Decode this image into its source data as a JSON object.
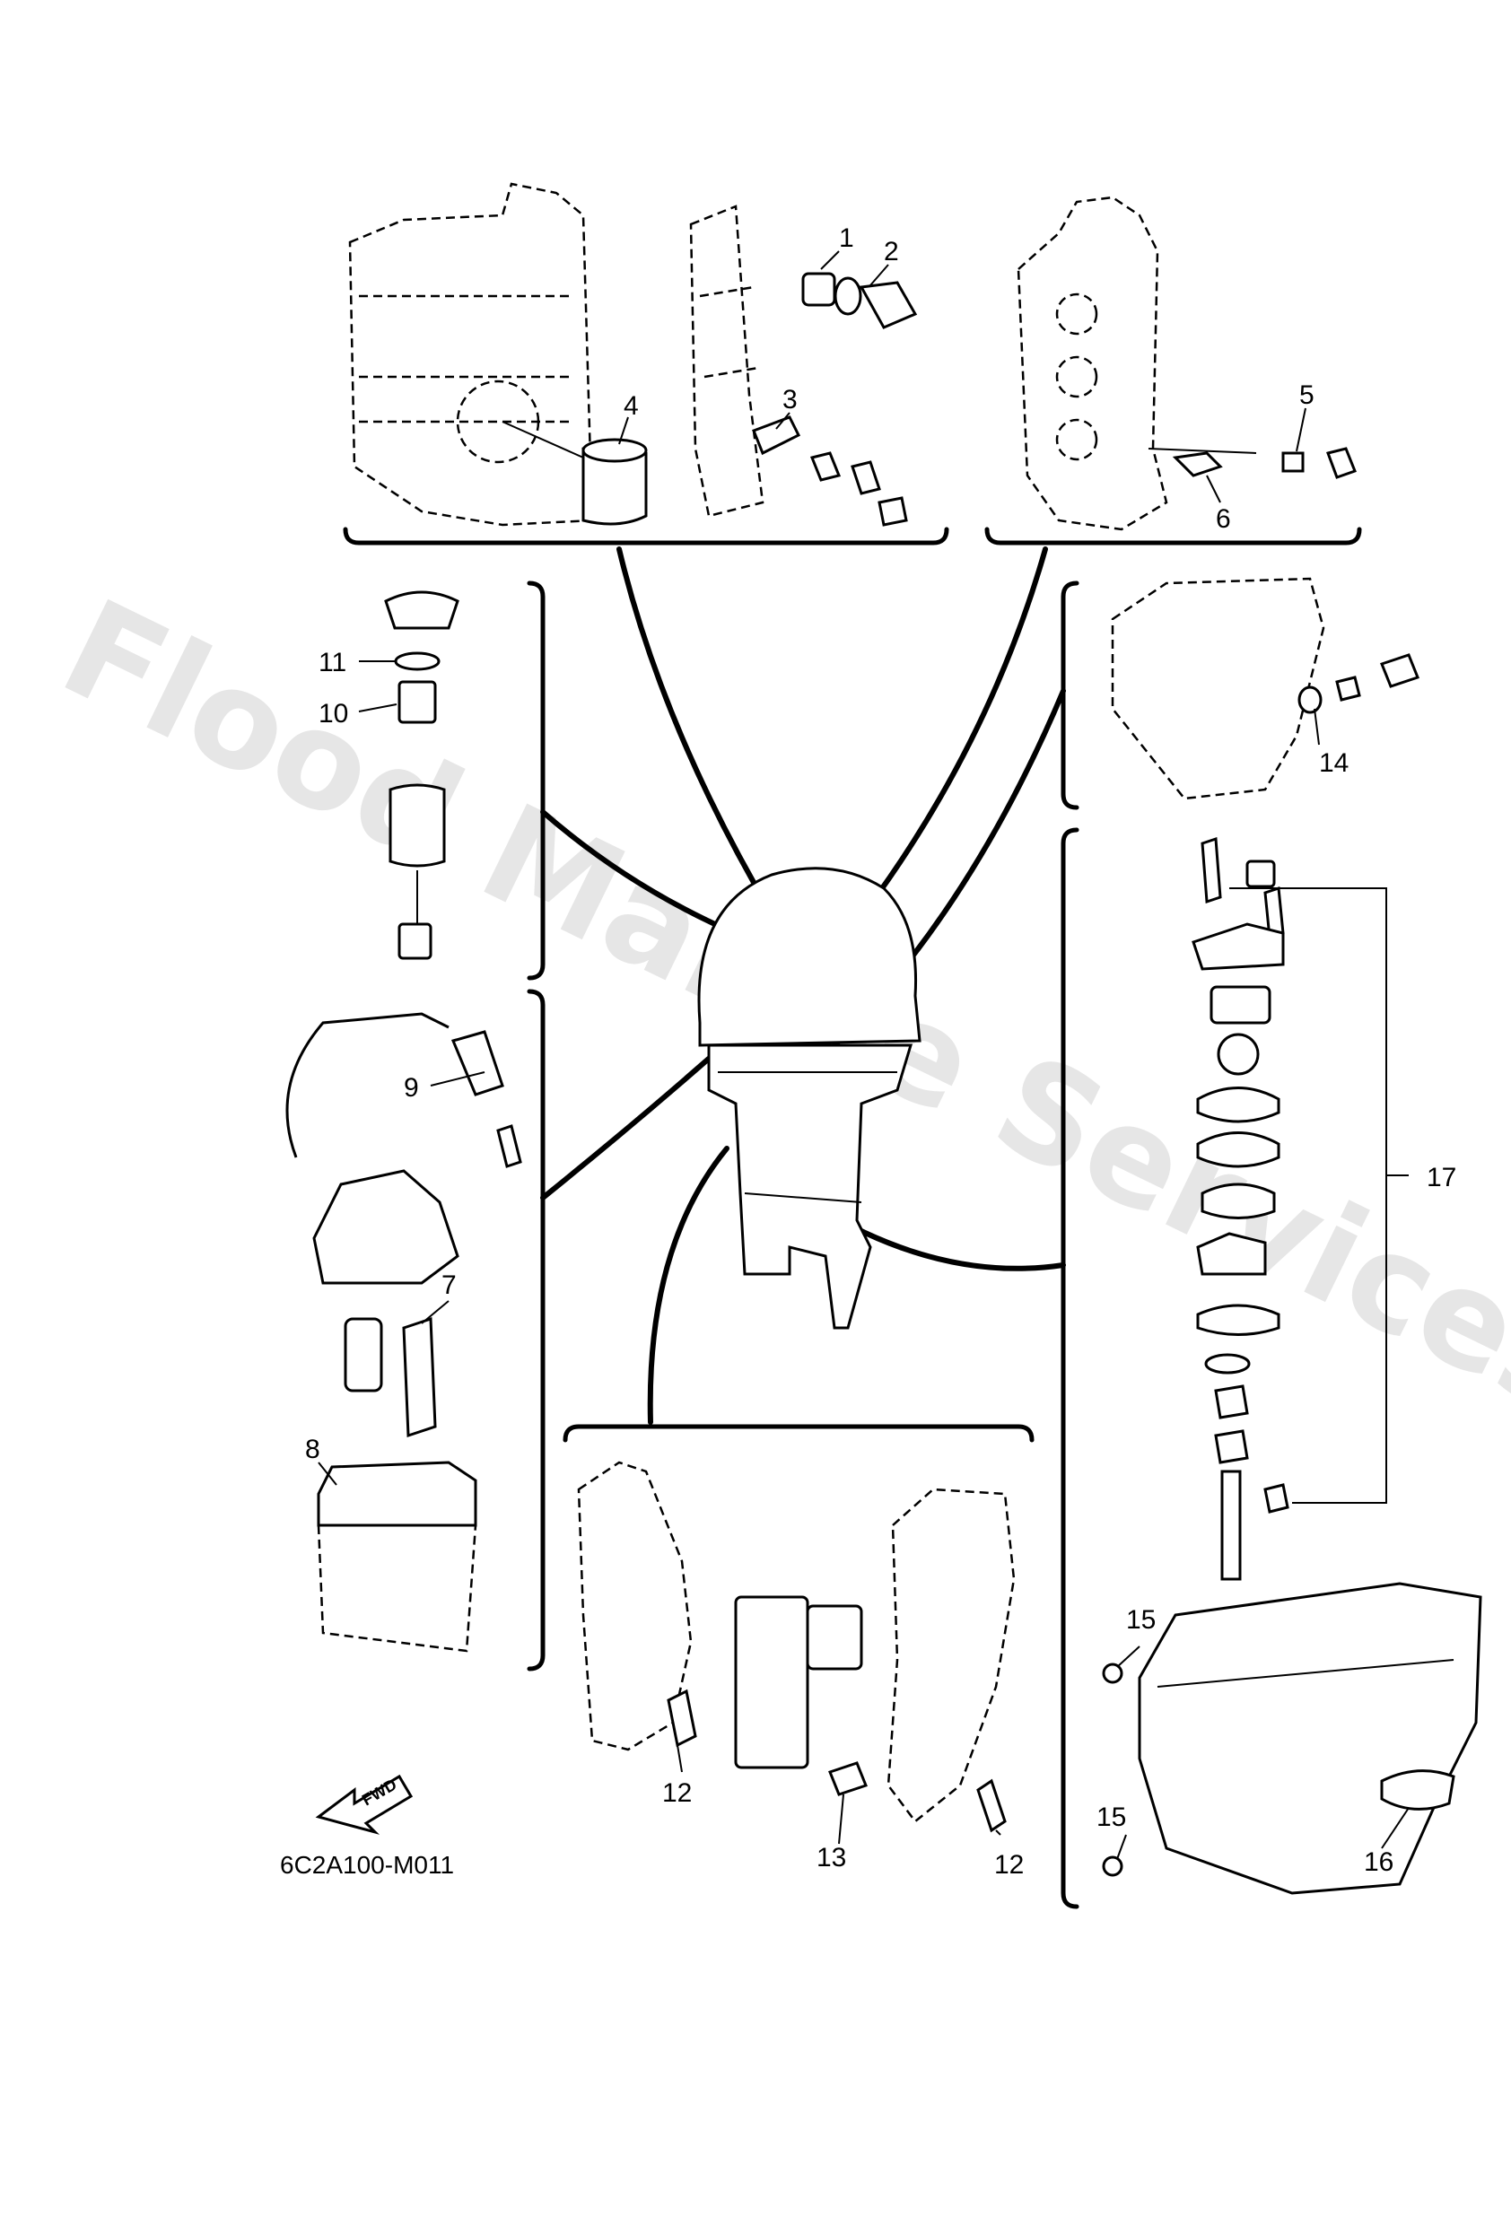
{
  "watermark": "Flood Marine Services",
  "diagram_code": "6C2A100-M011",
  "fwd_label": "FWD",
  "labels": {
    "p1": "1",
    "p2": "2",
    "p3": "3",
    "p4": "4",
    "p5": "5",
    "p6": "6",
    "p7": "7",
    "p8": "8",
    "p9": "9",
    "p10": "10",
    "p11": "11",
    "p12a": "12",
    "p12b": "12",
    "p13": "13",
    "p14": "14",
    "p15a": "15",
    "p15b": "15",
    "p16": "16",
    "p17": "17"
  }
}
